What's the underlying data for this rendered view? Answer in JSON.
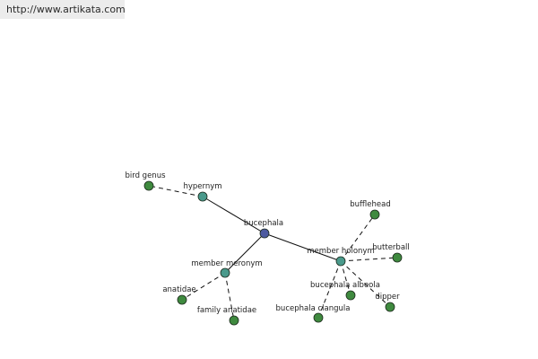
{
  "header": {
    "url": "http://www.artikata.com"
  },
  "colors": {
    "center_node": "#4d5aa0",
    "relation_node": "#4a9a8c",
    "leaf_node": "#3f8a3f",
    "node_stroke": "#1c2a1c",
    "edge": "#111111"
  },
  "graph": {
    "nodes": [
      {
        "id": "bucephala",
        "label": "bucephala",
        "kind": "center"
      },
      {
        "id": "hypernym",
        "label": "hypernym",
        "kind": "relation"
      },
      {
        "id": "bird_genus",
        "label": "bird genus",
        "kind": "leaf"
      },
      {
        "id": "member_meronym",
        "label": "member meronym",
        "kind": "relation"
      },
      {
        "id": "anatidae",
        "label": "anatidae",
        "kind": "leaf"
      },
      {
        "id": "family_anatidae",
        "label": "family anatidae",
        "kind": "leaf"
      },
      {
        "id": "member_holonym",
        "label": "member holonym",
        "kind": "relation"
      },
      {
        "id": "bufflehead",
        "label": "bufflehead",
        "kind": "leaf"
      },
      {
        "id": "butterball",
        "label": "butterball",
        "kind": "leaf"
      },
      {
        "id": "bucephala_albeola",
        "label": "bucephala albeola",
        "kind": "leaf"
      },
      {
        "id": "dipper",
        "label": "dipper",
        "kind": "leaf"
      },
      {
        "id": "bucephala_clangula",
        "label": "bucephala clangula",
        "kind": "leaf"
      }
    ],
    "edges": [
      {
        "from": "bucephala",
        "to": "hypernym",
        "style": "solid"
      },
      {
        "from": "bucephala",
        "to": "member_meronym",
        "style": "solid"
      },
      {
        "from": "bucephala",
        "to": "member_holonym",
        "style": "solid"
      },
      {
        "from": "hypernym",
        "to": "bird_genus",
        "style": "dashed"
      },
      {
        "from": "member_meronym",
        "to": "anatidae",
        "style": "dashed"
      },
      {
        "from": "member_meronym",
        "to": "family_anatidae",
        "style": "dashed"
      },
      {
        "from": "member_holonym",
        "to": "bufflehead",
        "style": "dashed"
      },
      {
        "from": "member_holonym",
        "to": "butterball",
        "style": "dashed"
      },
      {
        "from": "member_holonym",
        "to": "bucephala_albeola",
        "style": "dashed"
      },
      {
        "from": "member_holonym",
        "to": "dipper",
        "style": "dashed"
      },
      {
        "from": "member_holonym",
        "to": "bucephala_clangula",
        "style": "dashed"
      }
    ]
  }
}
